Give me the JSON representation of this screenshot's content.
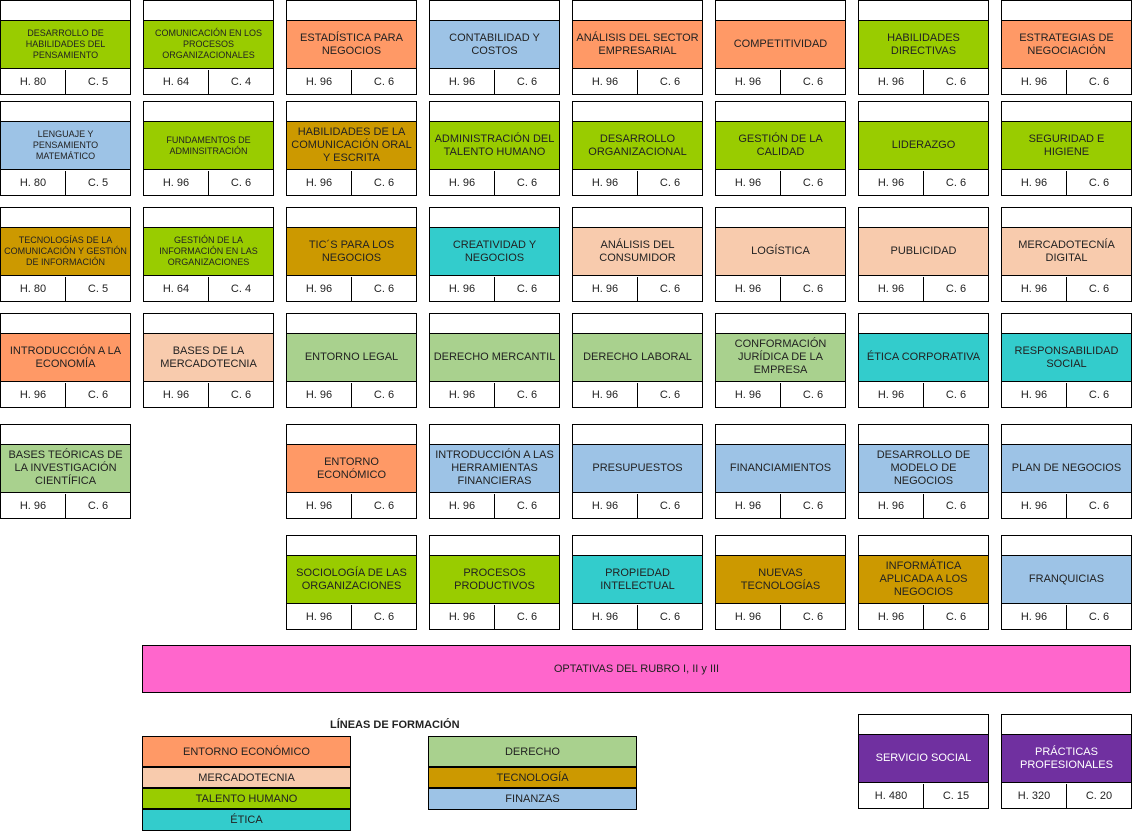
{
  "colors": {
    "entorno_economico": "#ff9966",
    "mercadotecnia": "#f8cbad",
    "talento_humano": "#99cc00",
    "etica": "#33cccc",
    "derecho": "#a9d18e",
    "tecnologia": "#cc9900",
    "finanzas": "#9dc3e6",
    "optativas": "#ff66cc",
    "servicio": "#7030a0"
  },
  "courses": [
    {
      "title": "Desarrollo de habilidades del pensamiento",
      "hours": "H. 80",
      "credits": "C. 5",
      "line": "talento_humano",
      "small": true
    },
    {
      "title": "Comunicación en los procesos organizacionales",
      "hours": "H. 64",
      "credits": "C. 4",
      "line": "talento_humano",
      "small": true
    },
    {
      "title": "Estadística para negocios",
      "hours": "H. 96",
      "credits": "C. 6",
      "line": "entorno_economico"
    },
    {
      "title": "Contabilidad y costos",
      "hours": "H. 96",
      "credits": "C. 6",
      "line": "finanzas"
    },
    {
      "title": "Análisis del sector empresarial",
      "hours": "H. 96",
      "credits": "C. 6",
      "line": "entorno_economico"
    },
    {
      "title": "Competitividad",
      "hours": "H. 96",
      "credits": "C. 6",
      "line": "entorno_economico"
    },
    {
      "title": "Habilidades directivas",
      "hours": "H. 96",
      "credits": "C. 6",
      "line": "talento_humano"
    },
    {
      "title": "Estrategias de negociación",
      "hours": "H. 96",
      "credits": "C. 6",
      "line": "entorno_economico"
    },
    {
      "title": "Lenguaje y pensamiento matemático",
      "hours": "H. 80",
      "credits": "C. 5",
      "line": "finanzas",
      "small": true
    },
    {
      "title": "Fundamentos de adminsitración",
      "hours": "H. 96",
      "credits": "C. 6",
      "line": "talento_humano",
      "small": true
    },
    {
      "title": "Habilidades de la comunicación oral y escrita",
      "hours": "H. 96",
      "credits": "C. 6",
      "line": "tecnologia"
    },
    {
      "title": "Administración del talento humano",
      "hours": "H. 96",
      "credits": "C. 6",
      "line": "talento_humano"
    },
    {
      "title": "Desarrollo organizacional",
      "hours": "H. 96",
      "credits": "C. 6",
      "line": "talento_humano"
    },
    {
      "title": "Gestión de la calidad",
      "hours": "H. 96",
      "credits": "C. 6",
      "line": "talento_humano"
    },
    {
      "title": "Liderazgo",
      "hours": "H. 96",
      "credits": "C. 6",
      "line": "talento_humano"
    },
    {
      "title": "Seguridad e higiene",
      "hours": "H. 96",
      "credits": "C. 6",
      "line": "talento_humano"
    },
    {
      "title": "Tecnologías de la comunicación y gestión de información",
      "hours": "H. 80",
      "credits": "C. 5",
      "line": "tecnologia",
      "small": true
    },
    {
      "title": "Gestión de la información en las organizaciones",
      "hours": "H. 64",
      "credits": "C. 4",
      "line": "talento_humano",
      "small": true
    },
    {
      "title": "TIC´s para los negocios",
      "hours": "H. 96",
      "credits": "C. 6",
      "line": "tecnologia"
    },
    {
      "title": "Creatividad y negocios",
      "hours": "H. 96",
      "credits": "C. 6",
      "line": "etica"
    },
    {
      "title": "Análisis del consumidor",
      "hours": "H. 96",
      "credits": "C. 6",
      "line": "mercadotecnia"
    },
    {
      "title": "Logística",
      "hours": "H. 96",
      "credits": "C. 6",
      "line": "mercadotecnia"
    },
    {
      "title": "Publicidad",
      "hours": "H. 96",
      "credits": "C. 6",
      "line": "mercadotecnia"
    },
    {
      "title": "Mercadotecnía digital",
      "hours": "H. 96",
      "credits": "C. 6",
      "line": "mercadotecnia"
    },
    {
      "title": "Introducción a la economía",
      "hours": "H. 96",
      "credits": "C. 6",
      "line": "entorno_economico"
    },
    {
      "title": "Bases de la mercadotecnia",
      "hours": "H. 96",
      "credits": "C. 6",
      "line": "mercadotecnia"
    },
    {
      "title": "Entorno legal",
      "hours": "H. 96",
      "credits": "C. 6",
      "line": "derecho"
    },
    {
      "title": "Derecho mercantil",
      "hours": "H. 96",
      "credits": "C. 6",
      "line": "derecho"
    },
    {
      "title": "Derecho laboral",
      "hours": "H. 96",
      "credits": "C. 6",
      "line": "derecho"
    },
    {
      "title": "Conformación jurídica de la empresa",
      "hours": "H. 96",
      "credits": "C. 6",
      "line": "derecho"
    },
    {
      "title": "Ética corporativa",
      "hours": "H. 96",
      "credits": "C. 6",
      "line": "etica"
    },
    {
      "title": "Responsabilidad social",
      "hours": "H. 96",
      "credits": "C. 6",
      "line": "etica"
    },
    {
      "title": "Bases teóricas de la investigación científica",
      "hours": "H. 96",
      "credits": "C. 6",
      "line": "derecho"
    },
    {
      "title": "Entorno económico",
      "hours": "H. 96",
      "credits": "C. 6",
      "line": "entorno_economico"
    },
    {
      "title": "Introducción a las herramientas financieras",
      "hours": "H. 96",
      "credits": "C. 6",
      "line": "finanzas"
    },
    {
      "title": "Presupuestos",
      "hours": "H. 96",
      "credits": "C. 6",
      "line": "finanzas"
    },
    {
      "title": "Financiamientos",
      "hours": "H. 96",
      "credits": "C. 6",
      "line": "finanzas"
    },
    {
      "title": "Desarrollo de modelo de negocios",
      "hours": "H. 96",
      "credits": "C. 6",
      "line": "finanzas"
    },
    {
      "title": "Plan de negocios",
      "hours": "H. 96",
      "credits": "C. 6",
      "line": "finanzas"
    },
    {
      "title": "Sociología de las organizaciones",
      "hours": "H. 96",
      "credits": "C. 6",
      "line": "talento_humano"
    },
    {
      "title": "Procesos productivos",
      "hours": "H. 96",
      "credits": "C. 6",
      "line": "talento_humano"
    },
    {
      "title": "Propiedad intelectual",
      "hours": "H. 96",
      "credits": "C. 6",
      "line": "etica"
    },
    {
      "title": "Nuevas tecnologías",
      "hours": "H. 96",
      "credits": "C. 6",
      "line": "tecnologia"
    },
    {
      "title": "Informática aplicada a los negocios",
      "hours": "H. 96",
      "credits": "C. 6",
      "line": "tecnologia"
    },
    {
      "title": "Franquicias",
      "hours": "H. 96",
      "credits": "C. 6",
      "line": "finanzas"
    },
    {
      "title": "Servicio social",
      "hours": "H. 480",
      "credits": "C. 15",
      "line": "servicio"
    },
    {
      "title": "Prácticas profesionales",
      "hours": "H. 320",
      "credits": "C. 20",
      "line": "servicio"
    }
  ],
  "optativas": "OPTATIVAS DEL RUBRO I, II y III",
  "legend": {
    "title": "LÍNEAS DE FORMACIÓN",
    "items": [
      {
        "label": "Entorno económico",
        "line": "entorno_economico"
      },
      {
        "label": "Mercadotecnia",
        "line": "mercadotecnia"
      },
      {
        "label": "Talento humano",
        "line": "talento_humano"
      },
      {
        "label": "Ética",
        "line": "etica"
      },
      {
        "label": "Derecho",
        "line": "derecho"
      },
      {
        "label": "Tecnología",
        "line": "tecnologia"
      },
      {
        "label": "Finanzas",
        "line": "finanzas"
      }
    ]
  }
}
